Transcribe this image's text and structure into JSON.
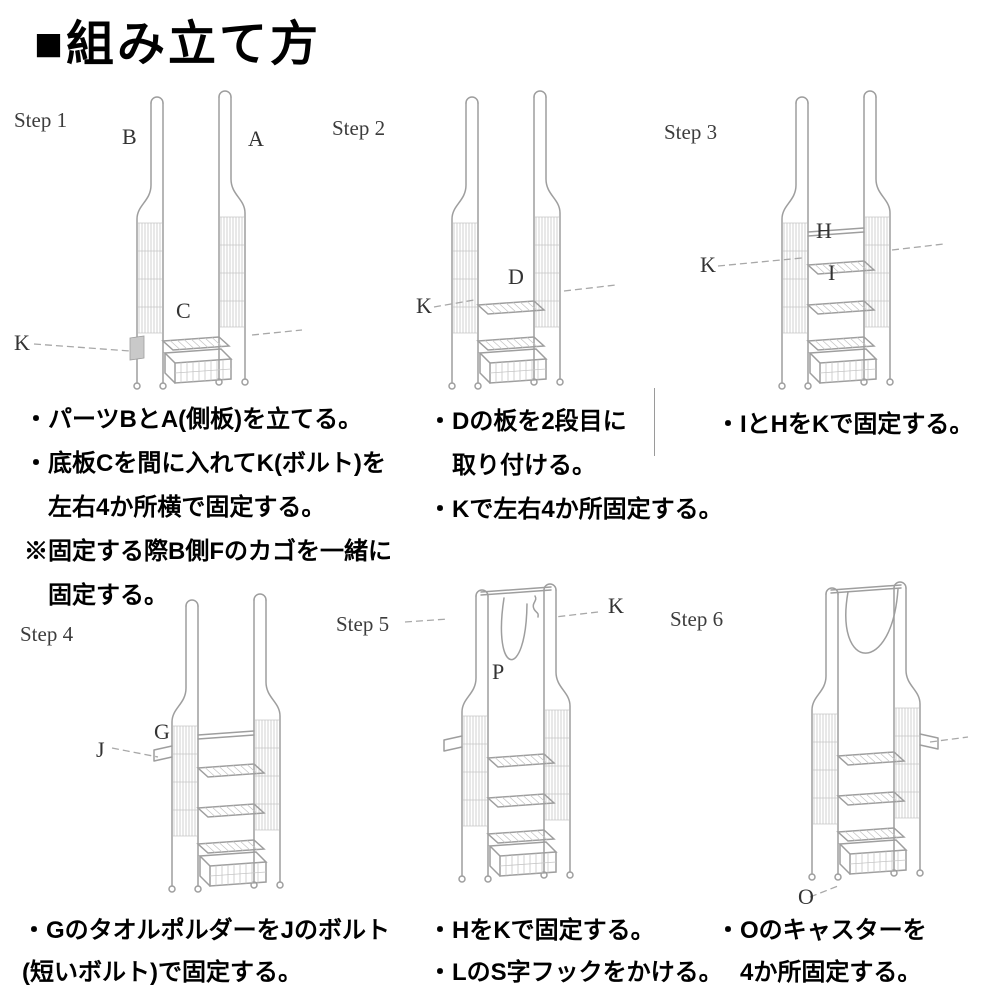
{
  "page": {
    "title": "■組み立て方"
  },
  "colors": {
    "drawing_line": "#9e9e9e",
    "mesh_line": "#c6c6c6",
    "text": "#000000"
  },
  "steps": [
    {
      "name": "Step 1",
      "parts": {
        "B": "B",
        "A": "A",
        "C": "C",
        "K": "K"
      },
      "instructions": [
        "・パーツBとA(側板)を立てる。",
        "・底板Cを間に入れてK(ボルト)を",
        "左右4か所横で固定する。",
        "※固定する際B側Fのカゴを一緒に",
        "固定する。"
      ]
    },
    {
      "name": "Step 2",
      "parts": {
        "D": "D",
        "K": "K"
      },
      "instructions": [
        "・Dの板を2段目に",
        "取り付ける。",
        "・Kで左右4か所固定する。"
      ]
    },
    {
      "name": "Step 3",
      "parts": {
        "H": "H",
        "I": "I",
        "K": "K"
      },
      "instructions": [
        "・IとHをKで固定する。"
      ]
    },
    {
      "name": "Step 4",
      "parts": {
        "G": "G",
        "J": "J"
      },
      "instructions": [
        "・GのタオルポルダーをJのボルト",
        "(短いボルト)で固定する。"
      ]
    },
    {
      "name": "Step 5",
      "parts": {
        "K": "K",
        "P": "P"
      },
      "instructions": [
        "・HをKで固定する。",
        "・LのS字フックをかける。"
      ]
    },
    {
      "name": "Step 6",
      "parts": {
        "O": "O"
      },
      "instructions": [
        "・Oのキャスターを",
        "4か所固定する。"
      ]
    }
  ]
}
